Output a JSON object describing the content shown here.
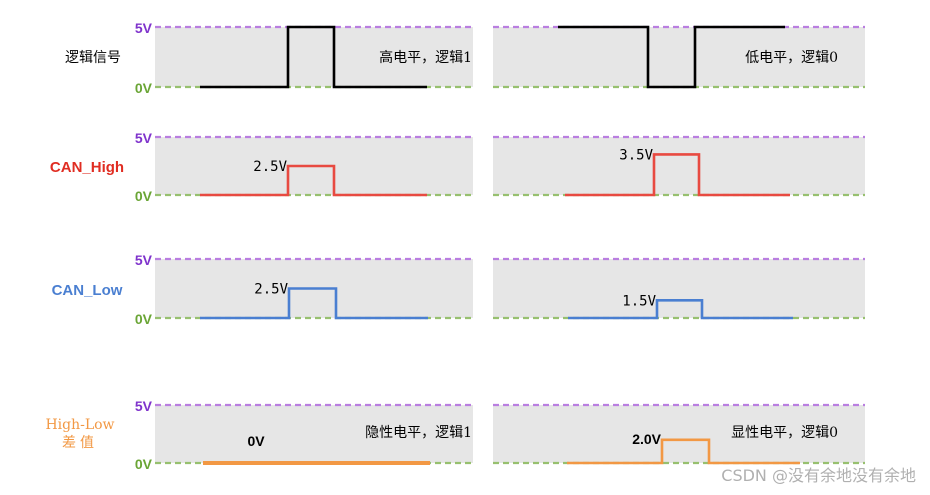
{
  "colors": {
    "band": "#e6e6e6",
    "line_5v": "#b97ee0",
    "line_0v": "#97c06f",
    "tick_5v": "#7f33cc",
    "tick_0v": "#6aa535",
    "logic": "#000000",
    "can_high": "#e84a41",
    "can_low": "#4a7fd1",
    "diff": "#f29844"
  },
  "rows": [
    {
      "id": "logic",
      "label": "逻辑信号",
      "label_color": "#000000",
      "label_style": "serif",
      "tick_5v": "5V",
      "tick_0v": "0V",
      "waves": [
        {
          "panel": "left",
          "level": 1.0,
          "color_key": "logic",
          "value_label": "",
          "note": "高电平，逻辑1"
        },
        {
          "panel": "right",
          "level": 1.0,
          "inverted": true,
          "color_key": "logic",
          "value_label": "",
          "note": "低电平，逻辑0"
        }
      ]
    },
    {
      "id": "can_high",
      "label": "CAN_High",
      "label_color": "#e02d22",
      "label_style": "bold",
      "tick_5v": "5V",
      "tick_0v": "0V",
      "waves": [
        {
          "panel": "left",
          "level": 0.5,
          "color_key": "can_high",
          "value_label": "2.5V",
          "note": ""
        },
        {
          "panel": "right",
          "level": 0.7,
          "color_key": "can_high",
          "value_label": "3.5V",
          "note": ""
        }
      ]
    },
    {
      "id": "can_low",
      "label": "CAN_Low",
      "label_color": "#4a7fd1",
      "label_style": "bold",
      "tick_5v": "5V",
      "tick_0v": "0V",
      "waves": [
        {
          "panel": "left",
          "level": 0.5,
          "color_key": "can_low",
          "value_label": "2.5V",
          "note": ""
        },
        {
          "panel": "right",
          "level": 0.3,
          "color_key": "can_low",
          "value_label": "1.5V",
          "note": ""
        }
      ]
    },
    {
      "id": "diff",
      "label": "High-Low\n差值",
      "label_color": "#f29844",
      "label_style": "serif",
      "tick_5v": "5V",
      "tick_0v": "0V",
      "waves": [
        {
          "panel": "left",
          "level": 0.0,
          "color_key": "diff",
          "value_label": "0V",
          "note": "隐性电平，逻辑1"
        },
        {
          "panel": "right",
          "level": 0.4,
          "color_key": "diff",
          "value_label": "2.0V",
          "note": "显性电平，逻辑0"
        }
      ]
    }
  ],
  "watermark": "CSDN @没有余地没有余地"
}
